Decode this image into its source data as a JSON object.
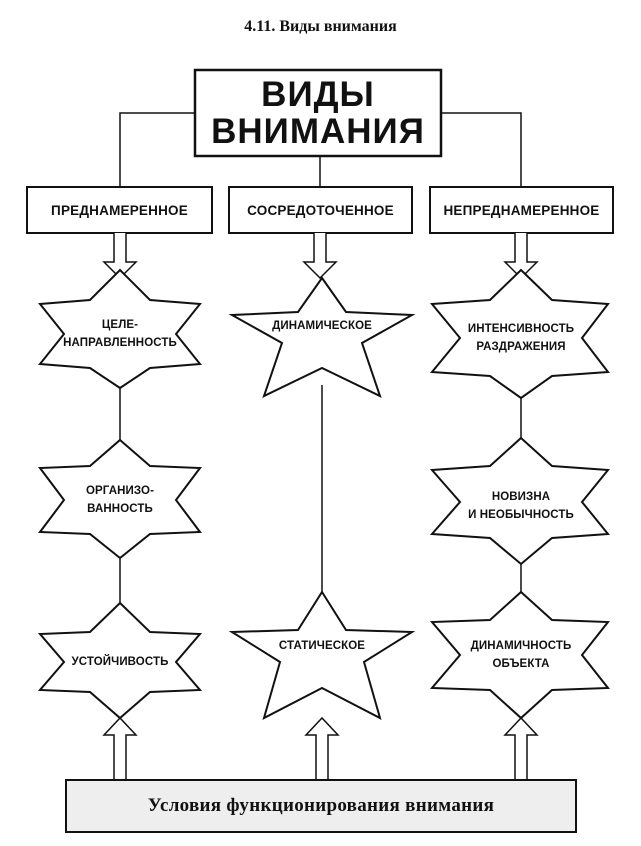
{
  "title": "4.11. Виды внимания",
  "main_box": {
    "line1": "ВИДЫ",
    "line2": "ВНИМАНИЯ"
  },
  "categories": [
    {
      "label": "ПРЕДНАМЕРЕННОЕ"
    },
    {
      "label": "СОСРЕДОТОЧЕННОЕ"
    },
    {
      "label": "НЕПРЕДНАМЕРЕННОЕ"
    }
  ],
  "left_column": [
    {
      "line1": "ЦЕЛЕ-",
      "line2": "НАПРАВЛЕННОСТЬ"
    },
    {
      "line1": "ОРГАНИЗО-",
      "line2": "ВАННОСТЬ"
    },
    {
      "line1": "УСТОЙЧИВОСТЬ",
      "line2": ""
    }
  ],
  "middle_column": [
    {
      "line1": "ДИНАМИЧЕСКОЕ",
      "line2": ""
    },
    {
      "line1": "СТАТИЧЕСКОЕ",
      "line2": ""
    }
  ],
  "right_column": [
    {
      "line1": "ИНТЕНСИВНОСТЬ",
      "line2": "РАЗДРАЖЕНИЯ"
    },
    {
      "line1": "НОВИЗНА",
      "line2": "И НЕОБЫЧНОСТЬ"
    },
    {
      "line1": "ДИНАМИЧНОСТЬ",
      "line2": "ОБЪЕКТА"
    }
  ],
  "footer": "Условия функционирования внимания",
  "colors": {
    "ink": "#111111",
    "footer_fill": "#eeeeee",
    "background": "#ffffff"
  }
}
